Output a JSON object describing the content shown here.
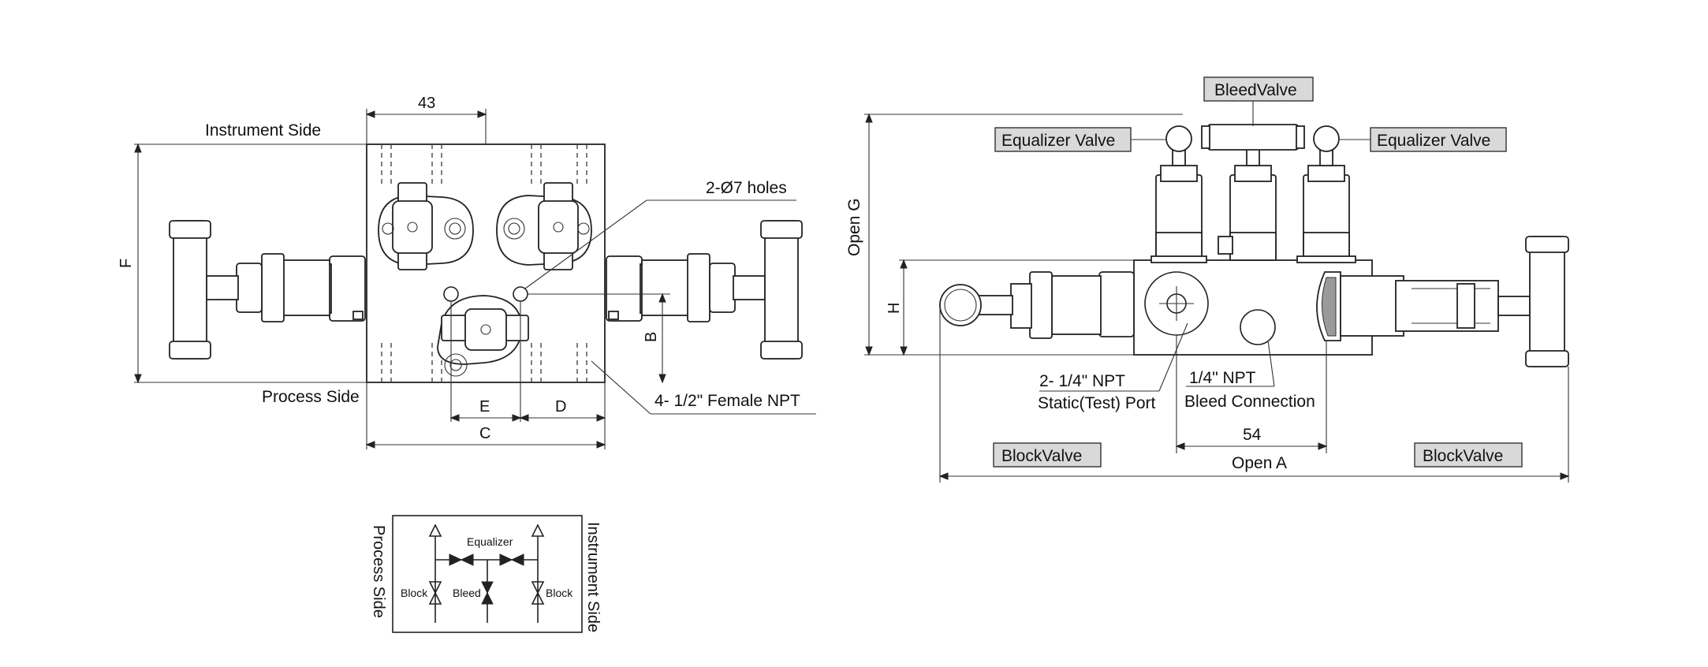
{
  "colors": {
    "line": "#222222",
    "tag_fill": "#d9d9d9",
    "background": "#ffffff"
  },
  "front_view": {
    "dim_top": "43",
    "instrument_side": "Instrument Side",
    "process_side": "Process Side",
    "dim_f": "F",
    "dim_b": "B",
    "dim_e": "E",
    "dim_d": "D",
    "dim_c": "C",
    "holes_note": "2-Ø7 holes",
    "npt_note": "4- 1/2\" Female NPT"
  },
  "side_view": {
    "bleed_valve": "BleedValve",
    "equalizer_left": "Equalizer Valve",
    "equalizer_right": "Equalizer Valve",
    "open_g": "Open G",
    "dim_h": "H",
    "static_port_1": "2- 1/4\" NPT",
    "static_port_2": "Static(Test) Port",
    "bleed_conn_1": "1/4\" NPT",
    "bleed_conn_2": "Bleed Connection",
    "dim_54": "54",
    "open_a": "Open A",
    "block_left": "BlockValve",
    "block_right": "BlockValve"
  },
  "schematic": {
    "process_side": "Process Side",
    "instrument_side": "Instrument Side",
    "equalizer": "Equalizer",
    "block_left": "Block",
    "bleed": "Bleed",
    "block_right": "Block"
  }
}
